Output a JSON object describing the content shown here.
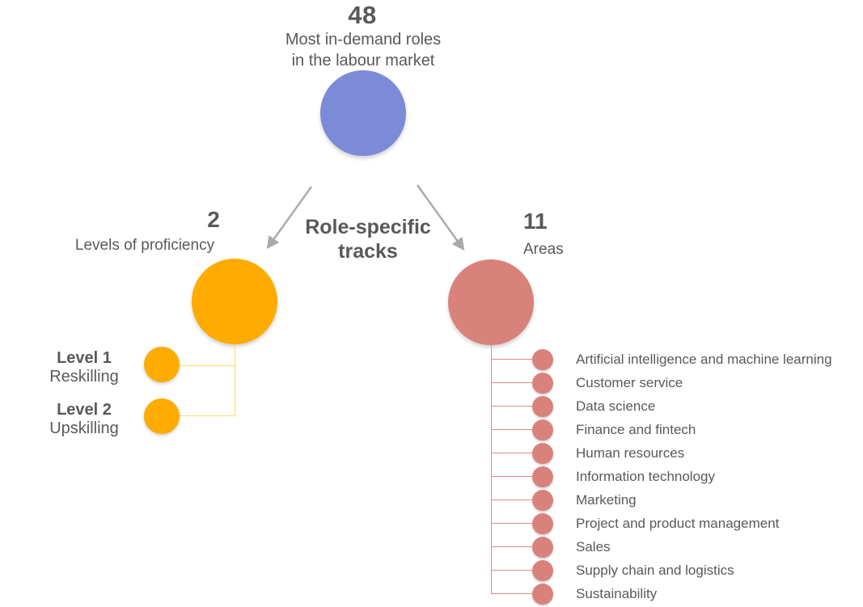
{
  "root": {
    "count": "48",
    "title_line1": "Most in-demand roles",
    "title_line2": "in the labour market"
  },
  "center": {
    "label_line1": "Role-specific",
    "label_line2": "tracks"
  },
  "left_branch": {
    "count": "2",
    "label": "Levels of proficiency",
    "levels": [
      {
        "title": "Level 1",
        "subtitle": "Reskilling"
      },
      {
        "title": "Level 2",
        "subtitle": "Upskilling"
      }
    ]
  },
  "right_branch": {
    "count": "11",
    "label": "Areas",
    "areas": [
      "Artificial intelligence and machine learning",
      "Customer service",
      "Data science",
      "Finance and fintech",
      "Human resources",
      "Information technology",
      "Marketing",
      "Project and product management",
      "Sales",
      "Supply chain and logistics",
      "Sustainability"
    ]
  },
  "icons": {
    "branch_arrows": "arrow-down-diagonal"
  },
  "colors": {
    "root_circle": "#7c8bd7",
    "left_circle": "#ffab00",
    "right_circle": "#d8827b",
    "left_connector": "#ffd966",
    "right_connector": "#dd8d86",
    "text": "#595959",
    "arrow": "#a9a9a9"
  }
}
